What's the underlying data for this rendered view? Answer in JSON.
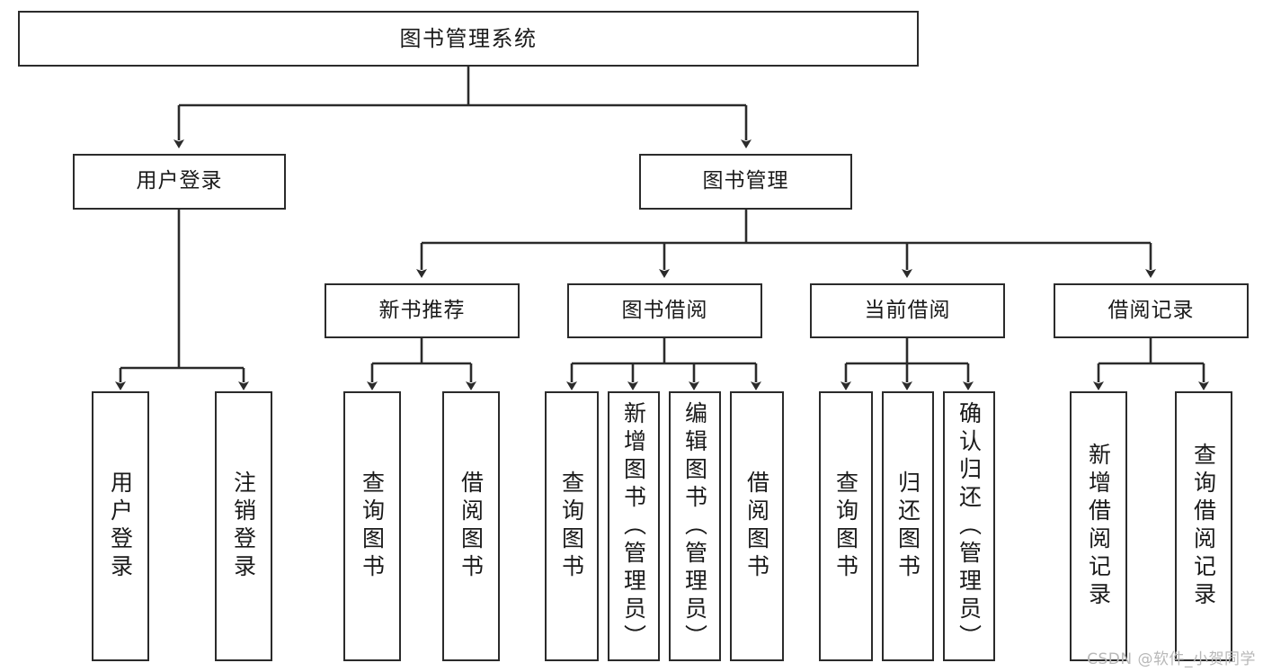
{
  "diagram": {
    "title": "图书管理系统",
    "type": "tree-hierarchy",
    "root": {
      "id": "root",
      "label": "图书管理系统"
    },
    "level2": [
      {
        "id": "user-login",
        "label": "用户登录"
      },
      {
        "id": "book-management",
        "label": "图书管理"
      }
    ],
    "level3": [
      {
        "id": "new-book-recommend",
        "label": "新书推荐"
      },
      {
        "id": "book-borrow",
        "label": "图书借阅"
      },
      {
        "id": "current-borrow",
        "label": "当前借阅"
      },
      {
        "id": "borrow-record",
        "label": "借阅记录"
      }
    ],
    "leaves": {
      "user-login": [
        {
          "id": "leaf-user-login",
          "label": "用户登录"
        },
        {
          "id": "leaf-logout-login",
          "label": "注销登录"
        }
      ],
      "new-book-recommend": [
        {
          "id": "leaf-query-book-1",
          "label": "查询图书"
        },
        {
          "id": "leaf-borrow-book-1",
          "label": "借阅图书"
        }
      ],
      "book-borrow": [
        {
          "id": "leaf-query-book-2",
          "label": "查询图书"
        },
        {
          "id": "leaf-add-book",
          "label": "新增图书（管理员）"
        },
        {
          "id": "leaf-edit-book",
          "label": "编辑图书（管理员）"
        },
        {
          "id": "leaf-borrow-book-2",
          "label": "借阅图书"
        }
      ],
      "current-borrow": [
        {
          "id": "leaf-query-book-3",
          "label": "查询图书"
        },
        {
          "id": "leaf-return-book",
          "label": "归还图书"
        },
        {
          "id": "leaf-confirm-return",
          "label": "确认归还（管理员）"
        }
      ],
      "borrow-record": [
        {
          "id": "leaf-add-record",
          "label": "新增借阅记录"
        },
        {
          "id": "leaf-query-record",
          "label": "查询借阅记录"
        }
      ]
    }
  },
  "watermark": {
    "text": "CSDN @软件_小贺同学"
  },
  "colors": {
    "stroke": "#2b2b2b",
    "fill": "#ffffff",
    "text": "#1a1a1a",
    "watermark": "#b8b8b8"
  }
}
